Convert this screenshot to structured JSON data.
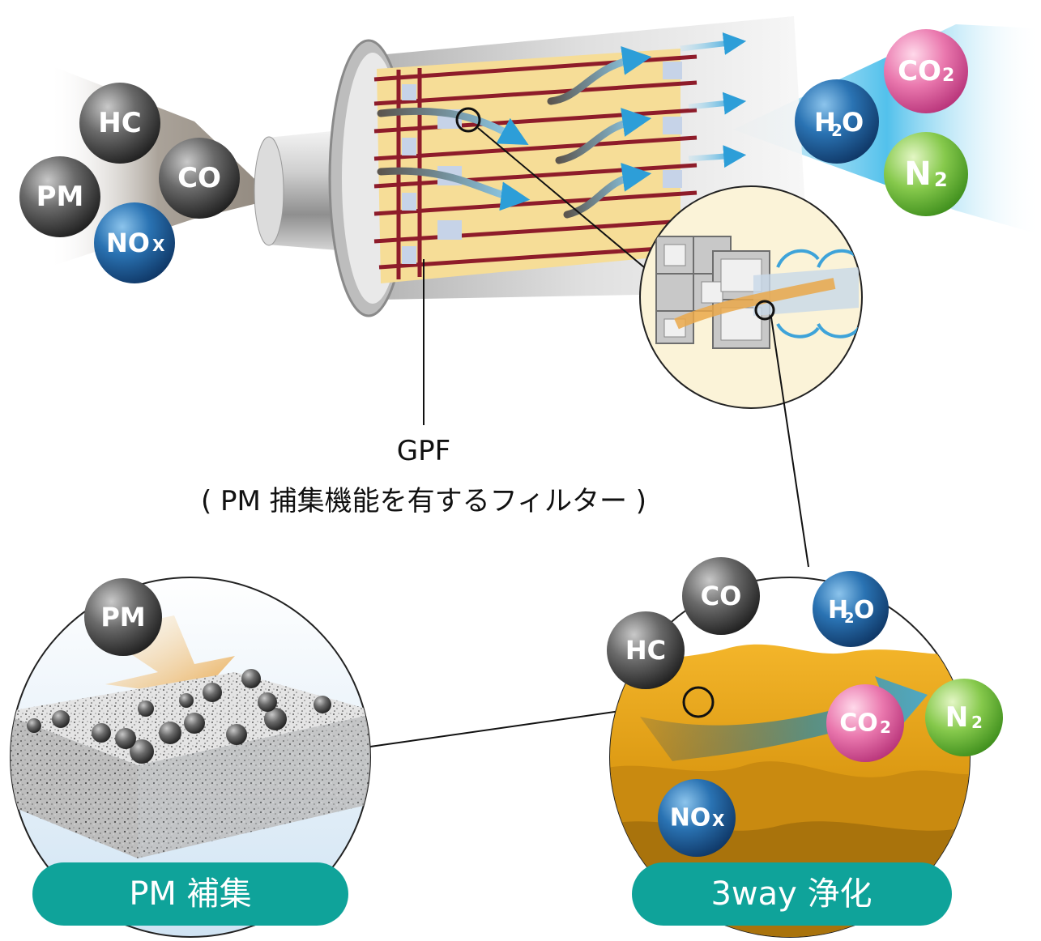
{
  "gpf_label": {
    "title": "GPF",
    "description": "( PM 捕集機能を有するフィルター )"
  },
  "inlet_molecules": [
    {
      "label": "HC",
      "color": "gray"
    },
    {
      "label": "CO",
      "color": "gray"
    },
    {
      "label": "PM",
      "color": "gray"
    },
    {
      "label": "NO",
      "sub": "X",
      "color": "blue"
    }
  ],
  "outlet_molecules": [
    {
      "label": "CO",
      "sub": "2",
      "color": "pink"
    },
    {
      "label": "H",
      "sub": "2",
      "tail": "O",
      "color": "blue"
    },
    {
      "label": "N",
      "sub": "2",
      "color": "green"
    }
  ],
  "pm_panel": {
    "pill_label": "PM 補集",
    "molecule": "PM"
  },
  "threeway_panel": {
    "pill_label": "3way 浄化",
    "molecules": [
      {
        "label": "CO",
        "color": "gray"
      },
      {
        "label": "HC",
        "color": "gray"
      },
      {
        "label": "H",
        "sub": "2",
        "tail": "O",
        "color": "blue"
      },
      {
        "label": "CO",
        "sub": "2",
        "color": "pink"
      },
      {
        "label": "N",
        "sub": "2",
        "color": "green"
      },
      {
        "label": "NO",
        "sub": "X",
        "color": "blue"
      }
    ]
  },
  "colors": {
    "teal": "#0fa39a",
    "gray_ball": "#4a4a4a",
    "blue_ball": "#1f5c95",
    "pink_ball": "#e0609e",
    "green_ball": "#6fb83a",
    "filter_wall": "#8e1c2a",
    "filter_channel": "#f6dd97",
    "gold": "#e8a316",
    "exhaust_blue": "#33b3e6"
  }
}
